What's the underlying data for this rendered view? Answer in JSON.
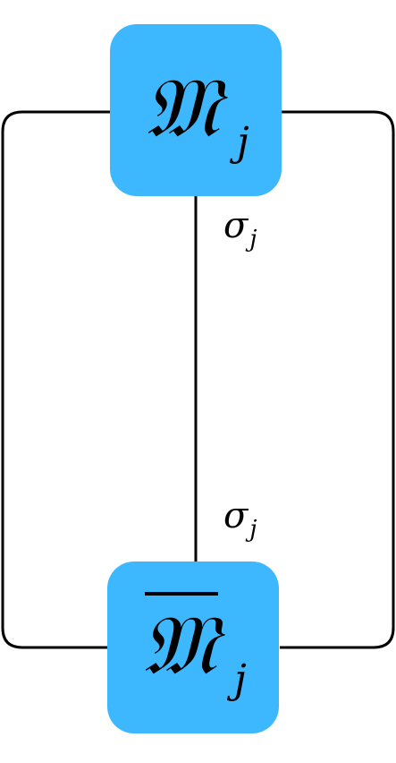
{
  "nodes": {
    "top": {
      "symbol": "𝔐",
      "subscript": "j"
    },
    "bottom": {
      "symbol": "𝔐",
      "subscript": "j",
      "overbar": true
    }
  },
  "edges": {
    "top_label": {
      "symbol": "σ",
      "subscript": "j"
    },
    "bottom_label": {
      "symbol": "σ",
      "subscript": "j"
    }
  },
  "colors": {
    "node_fill": "#3db8ff",
    "line": "#000000",
    "background": "#ffffff"
  }
}
